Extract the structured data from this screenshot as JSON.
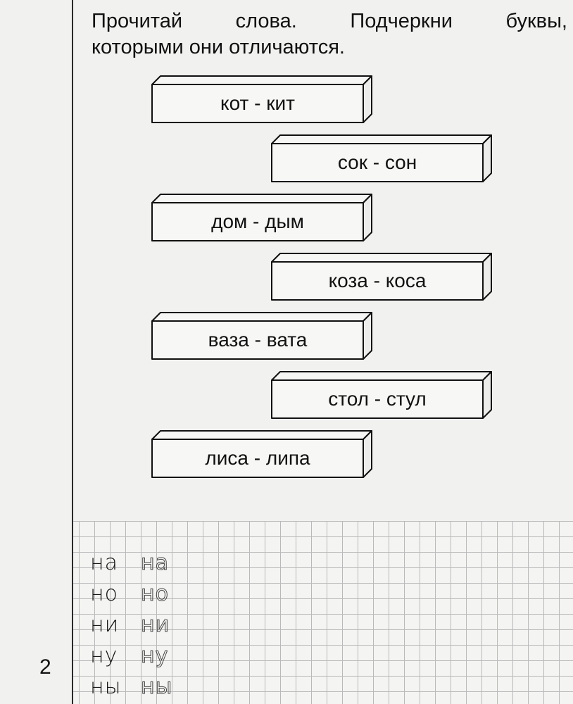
{
  "page": {
    "number": "2",
    "instruction_line1": "Прочитай слова. Подчеркни буквы,",
    "instruction_line2": "которыми они отличаются."
  },
  "word_pairs": [
    {
      "text": "кот - кит",
      "side": "left"
    },
    {
      "text": "сок - сон",
      "side": "right"
    },
    {
      "text": "дом - дым",
      "side": "left"
    },
    {
      "text": "коза - коса",
      "side": "right"
    },
    {
      "text": "ваза - вата",
      "side": "left"
    },
    {
      "text": "стол - стул",
      "side": "right"
    },
    {
      "text": "лиса - липа",
      "side": "left"
    }
  ],
  "syllables": [
    {
      "solid": "на",
      "trace": "на"
    },
    {
      "solid": "но",
      "trace": "но"
    },
    {
      "solid": "ни",
      "trace": "ни"
    },
    {
      "solid": "ну",
      "trace": "ну"
    },
    {
      "solid": "ны",
      "trace": "ны"
    }
  ]
}
